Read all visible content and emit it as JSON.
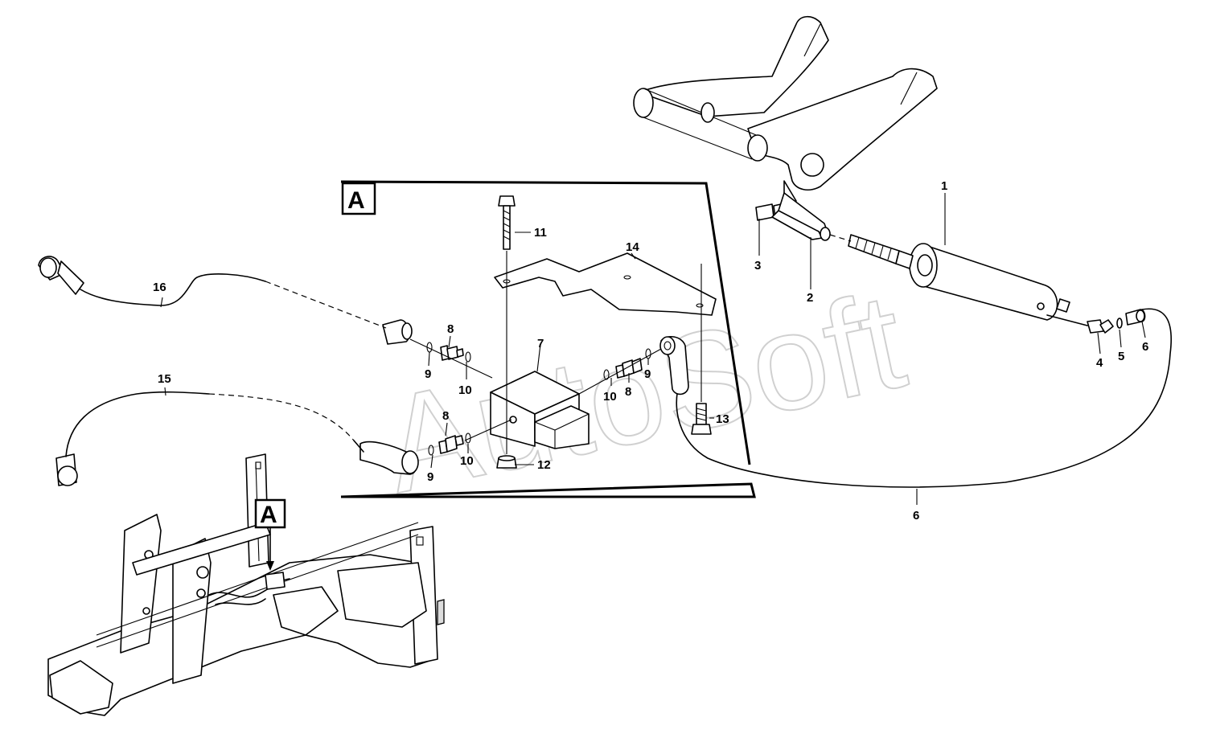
{
  "watermark": "AutoSoft",
  "detail_view": {
    "label": "A"
  },
  "overview_marker": {
    "label": "A"
  },
  "callouts": {
    "c1": "1",
    "c2": "2",
    "c3": "3",
    "c4": "4",
    "c5": "5",
    "c6a": "6",
    "c6b": "6",
    "c7": "7",
    "c8a": "8",
    "c8b": "8",
    "c8c": "8",
    "c9a": "9",
    "c9b": "9",
    "c9c": "9",
    "c10a": "10",
    "c10b": "10",
    "c10c": "10",
    "c11": "11",
    "c12": "12",
    "c13": "13",
    "c14": "14",
    "c15": "15",
    "c16": "16"
  }
}
